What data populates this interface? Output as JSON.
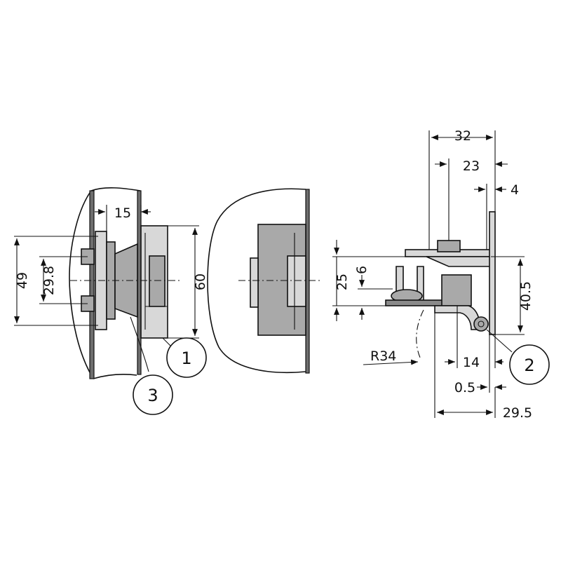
{
  "dimensions": {
    "d15": "15",
    "d49": "49",
    "d29_8": "29.8",
    "d60": "60",
    "d32": "32",
    "d23": "23",
    "d4": "4",
    "d25": "25",
    "d6": "6",
    "d40_5": "40.5",
    "r34": "R34",
    "d14": "14",
    "d0_5": "0.5",
    "d29_5": "29.5"
  },
  "callouts": {
    "c1": "1",
    "c2": "2",
    "c3": "3"
  }
}
